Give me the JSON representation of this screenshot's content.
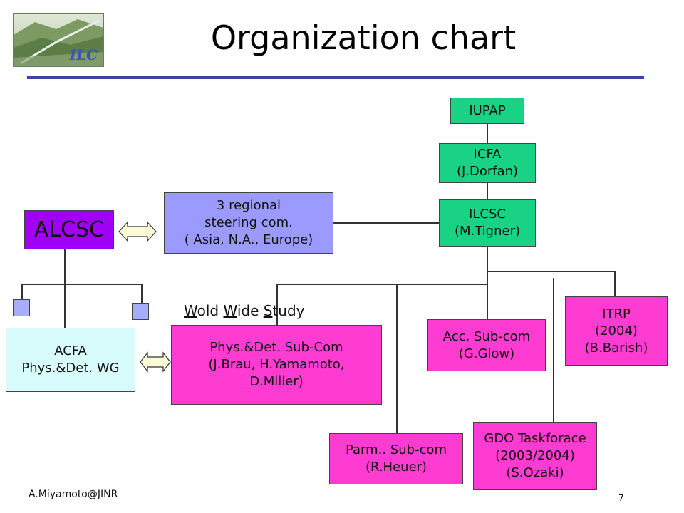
{
  "slide": {
    "title": "Organization chart",
    "logo_text": "ILC",
    "footer_author": "A.Miyamoto@JINR",
    "page_number": "7"
  },
  "labels": {
    "wws_w1": "W",
    "wws_r1": "old ",
    "wws_w2": "W",
    "wws_r2": "ide ",
    "wws_w3": "S",
    "wws_r3": "tudy"
  },
  "nodes": {
    "iupap": [
      "IUPAP"
    ],
    "icfa": [
      "ICFA",
      "(J.Dorfan)"
    ],
    "ilcsc": [
      "ILCSC",
      "(M.Tigner)"
    ],
    "regional": [
      "3 regional",
      "steering com.",
      "( Asia, N.A., Europe)"
    ],
    "alcsc": [
      "ALCSC"
    ],
    "acfa": [
      "ACFA",
      "Phys.&Det. WG"
    ],
    "physdet": [
      "Phys.&Det. Sub-Com",
      "(J.Brau, H.Yamamoto,",
      "D.Miller)"
    ],
    "acc": [
      "Acc. Sub-com",
      "(G.Glow)"
    ],
    "itrp": [
      "ITRP",
      "(2004)",
      "(B.Barish)"
    ],
    "parm": [
      "Parm.. Sub-com",
      "(R.Heuer)"
    ],
    "gdo": [
      "GDO Taskforace",
      "(2003/2004)",
      "(S.Ozaki)"
    ]
  },
  "colors": {
    "green": "#19d284",
    "blue": "#9b9bff",
    "magenta": "#ff3cd1",
    "purple": "#a000f5",
    "cyan": "#d8fcfb",
    "rule": "#3c44a6",
    "arrow_fill": "#fbfbd8"
  }
}
